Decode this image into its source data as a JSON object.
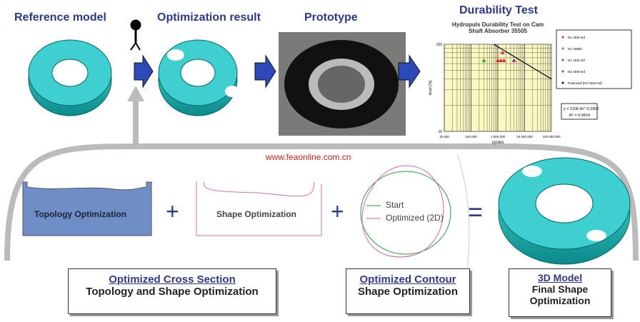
{
  "top": {
    "reference_model": "Reference model",
    "optimization_result": "Optimization result",
    "prototype": "Prototype",
    "durability_test": "Durability Test"
  },
  "watermark": "www.feaonline.com.cn",
  "bottom": {
    "topology_label": "Topology Optimization",
    "shape_label": "Shape Optimization",
    "plus": "+",
    "equals": "=",
    "legend_start": "Start",
    "legend_optimized": "Optimized (2D)"
  },
  "boxes": [
    {
      "title": "Optimized Cross Section",
      "subtitle": "Topology and Shape Optimization"
    },
    {
      "title": "Optimized Contour",
      "subtitle": "Shape Optimization"
    },
    {
      "title": "3D Model",
      "subtitle": "Final Shape Optimization"
    }
  ],
  "chart_data": {
    "type": "scatter",
    "title": "Hydropuls Durability Test on Cam Shaft Absorber 35505",
    "xlabel": "cycles",
    "ylabel": "strain [%]",
    "xscale": "log",
    "yscale": "log",
    "xlim": [
      10000,
      100000000
    ],
    "ylim": [
      10,
      100
    ],
    "xticks": [
      "10 000",
      "100 000",
      "1 000 000",
      "10 000 000",
      "100 000 000"
    ],
    "yticks": [
      "10",
      "100"
    ],
    "series": [
      {
        "name": "D1 AEM Ind",
        "color": "#e02020",
        "points": [
          [
            1000000,
            65
          ],
          [
            1300000,
            65
          ],
          [
            1700000,
            65
          ]
        ]
      },
      {
        "name": "D1 AMBD",
        "color": "#20b020",
        "points": [
          [
            300000,
            65
          ]
        ]
      },
      {
        "name": "D1 AEM std",
        "color": "#a020a0",
        "points": [
          [
            4000000,
            65
          ]
        ]
      },
      {
        "name": "D2 AEM Ind",
        "color": "#e02060",
        "points": [
          [
            1500000,
            80
          ]
        ]
      },
      {
        "name": "Potenziell (D2 AEM Ind)",
        "color": "#000000",
        "fit": true
      }
    ],
    "equation": "y = 1106.9x^-0.1852",
    "r2": "R² = 0.9814",
    "legend": "right"
  }
}
